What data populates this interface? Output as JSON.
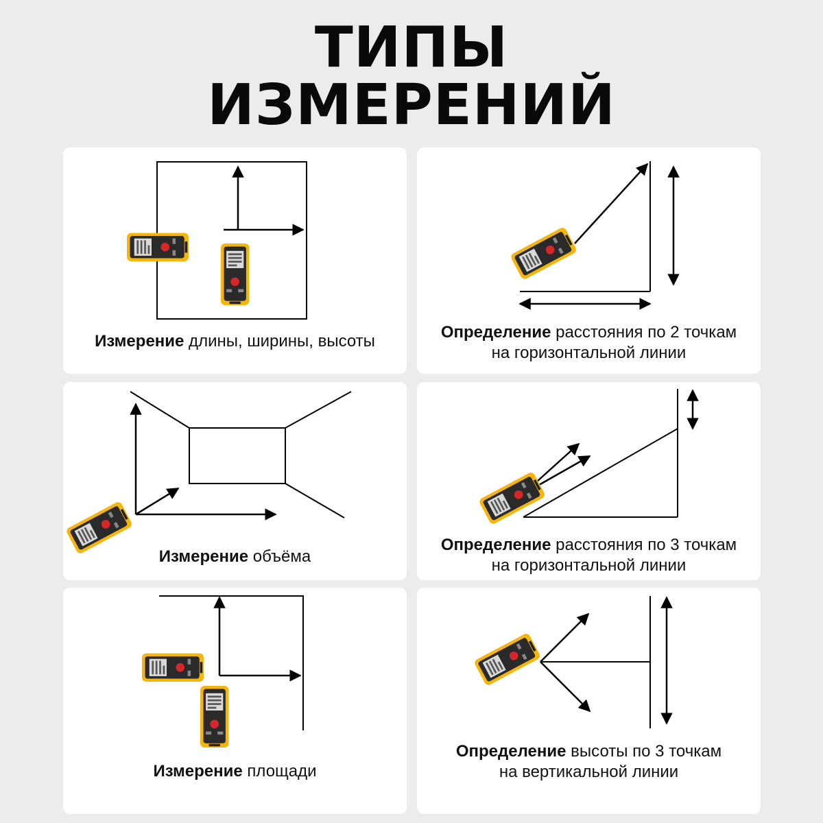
{
  "title": {
    "line1": "ТИПЫ",
    "line2": "ИЗМЕРЕНИЙ"
  },
  "cards": [
    {
      "bold": "Измерение",
      "text": " длины, ширины, высоты",
      "text2": ""
    },
    {
      "bold": "Определение",
      "text": " расстояния по 2 точкам",
      "text2": "на горизонтальной линии"
    },
    {
      "bold": "Измерение",
      "text": " объёма",
      "text2": ""
    },
    {
      "bold": "Определение",
      "text": " расстояния по 3 точкам",
      "text2": "на горизонтальной линии"
    },
    {
      "bold": "Измерение",
      "text": " площади",
      "text2": ""
    },
    {
      "bold": "Определение",
      "text": " высоты по 3 точкам",
      "text2": "на вертикальной линии"
    }
  ],
  "device": {
    "icon": "laser-rangefinder-icon",
    "body_color": "#f5b50a",
    "face_color": "#2a2a2a",
    "button_color": "#d7262a"
  },
  "colors": {
    "background": "#ececec",
    "card": "#ffffff",
    "text": "#111111"
  }
}
